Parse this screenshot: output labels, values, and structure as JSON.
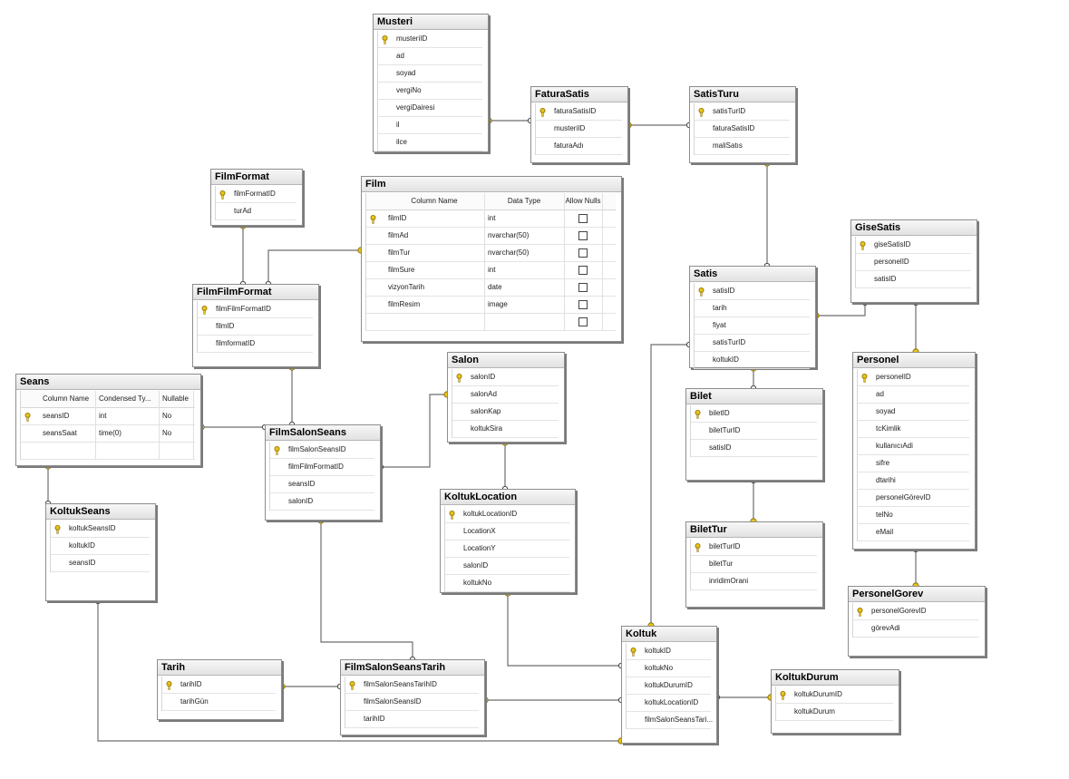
{
  "tables": {
    "Musteri": {
      "title": "Musteri",
      "rows": [
        "musteriID",
        "ad",
        "soyad",
        "vergiNo",
        "vergiDairesi",
        "il",
        "ilce"
      ],
      "key": [
        0
      ]
    },
    "FaturaSatis": {
      "title": "FaturaSatis",
      "rows": [
        "faturaSatisID",
        "musteriID",
        "faturaAdı"
      ],
      "key": [
        0
      ]
    },
    "SatisTuru": {
      "title": "SatisTuru",
      "rows": [
        "satisTurID",
        "faturaSatisID",
        "maliSatıs"
      ],
      "key": [
        0
      ]
    },
    "FilmFormat": {
      "title": "FilmFormat",
      "rows": [
        "filmFormatID",
        "turAd"
      ],
      "key": [
        0
      ]
    },
    "FilmFilmFormat": {
      "title": "FilmFilmFormat",
      "rows": [
        "filmFilmFormatID",
        "filmID",
        "filmformatID"
      ],
      "key": [
        0
      ]
    },
    "GiseSatis": {
      "title": "GiseSatis",
      "rows": [
        "giseSatisID",
        "personelID",
        "satisID"
      ],
      "key": [
        0
      ]
    },
    "Satis": {
      "title": "Satis",
      "rows": [
        "satisID",
        "tarih",
        "fiyat",
        "satisTurID",
        "koltukID"
      ],
      "key": [
        0
      ]
    },
    "Personel": {
      "title": "Personel",
      "rows": [
        "personelID",
        "ad",
        "soyad",
        "tcKimlik",
        "kullanıcıAdi",
        "sifre",
        "dtarihi",
        "personelGörevID",
        "telNo",
        "eMail"
      ],
      "key": [
        0
      ]
    },
    "Salon": {
      "title": "Salon",
      "rows": [
        "salonID",
        "salonAd",
        "salonKap",
        "koltukSira"
      ],
      "key": [
        0
      ]
    },
    "FilmSalonSeans": {
      "title": "FilmSalonSeans",
      "rows": [
        "filmSalonSeansID",
        "filmFilmFormatID",
        "seansID",
        "salonID"
      ],
      "key": [
        0
      ]
    },
    "Bilet": {
      "title": "Bilet",
      "rows": [
        "biletID",
        "biletTurID",
        "satisID"
      ],
      "key": [
        0
      ]
    },
    "KoltukSeans": {
      "title": "KoltukSeans",
      "rows": [
        "koltukSeansID",
        "koltukID",
        "seansID"
      ],
      "key": [
        0
      ]
    },
    "KoltukLocation": {
      "title": "KoltukLocation",
      "rows": [
        "koltukLocationID",
        "LocationX",
        "LocationY",
        "salonID",
        "koltukNo"
      ],
      "key": [
        0
      ]
    },
    "BiletTur": {
      "title": "BiletTur",
      "rows": [
        "biletTurID",
        "biletTur",
        "inridimOrani"
      ],
      "key": [
        0
      ]
    },
    "PersonelGorev": {
      "title": "PersonelGorev",
      "rows": [
        "personelGorevID",
        "görevAdi"
      ],
      "key": [
        0
      ]
    },
    "Koltuk": {
      "title": "Koltuk",
      "rows": [
        "koltukID",
        "koltukNo",
        "koltukDurumID",
        "koltukLocationID",
        "filmSalonSeansTari..."
      ],
      "key": [
        0
      ]
    },
    "Tarih": {
      "title": "Tarih",
      "rows": [
        "tarihID",
        "tarihGün"
      ],
      "key": [
        0
      ]
    },
    "FilmSalonSeansTarih": {
      "title": "FilmSalonSeansTarih",
      "rows": [
        "filmSalonSeansTarihID",
        "filmSalonSeansID",
        "tarihID"
      ],
      "key": [
        0
      ]
    },
    "KoltukDurum": {
      "title": "KoltukDurum",
      "rows": [
        "koltukDurumID",
        "koltukDurum"
      ],
      "key": [
        0
      ]
    }
  },
  "grids": {
    "Film": {
      "title": "Film",
      "columns": [
        "Column Name",
        "Data Type",
        "Allow Nulls"
      ],
      "rows": [
        [
          "filmID",
          "int"
        ],
        [
          "filmAd",
          "nvarchar(50)"
        ],
        [
          "filmTur",
          "nvarchar(50)"
        ],
        [
          "filmSure",
          "int"
        ],
        [
          "vizyonTarih",
          "date"
        ],
        [
          "filmResim",
          "image"
        ]
      ],
      "key": [
        0
      ]
    },
    "Seans": {
      "title": "Seans",
      "columns": [
        "Column Name",
        "Condensed Ty...",
        "Nullable"
      ],
      "rows": [
        [
          "seansID",
          "int",
          "No"
        ],
        [
          "seansSaat",
          "time(0)",
          "No"
        ]
      ],
      "key": [
        0
      ]
    }
  }
}
